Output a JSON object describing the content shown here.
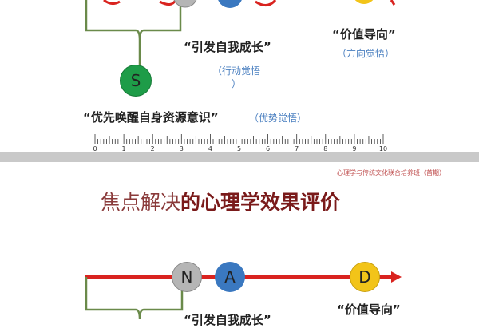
{
  "top_slide": {
    "quote_growth": "“引发自我成长”",
    "note_action": "（行动觉悟",
    "note_action_close": "）",
    "quote_value": "“价值导向”",
    "note_direction": "（方向觉悟）",
    "circle_s": "S",
    "quote_resource": "“优先唤醒自身资源意识”",
    "note_strength": "（优势觉悟）",
    "ruler_labels": [
      "0",
      "1",
      "2",
      "3",
      "4",
      "5",
      "6",
      "7",
      "8",
      "9",
      "10"
    ]
  },
  "bottom_slide": {
    "caption": "心理学与传统文化联合培养班（首期）",
    "title_part1": "焦点解决",
    "title_part2": "的心理学效果评价",
    "circle_n": "N",
    "circle_a": "A",
    "circle_d": "D",
    "quote_value": "“价值导向”",
    "quote_growth": "“引发自我成长”"
  },
  "colors": {
    "line": "#d9231f",
    "bracket": "#6a8a4a",
    "n": "#b5b5b5",
    "a": "#3a78c0",
    "d": "#f2c419",
    "s": "#1e9c48",
    "title_dark": "#7a1a1a",
    "title_light": "#8a3a3a"
  }
}
